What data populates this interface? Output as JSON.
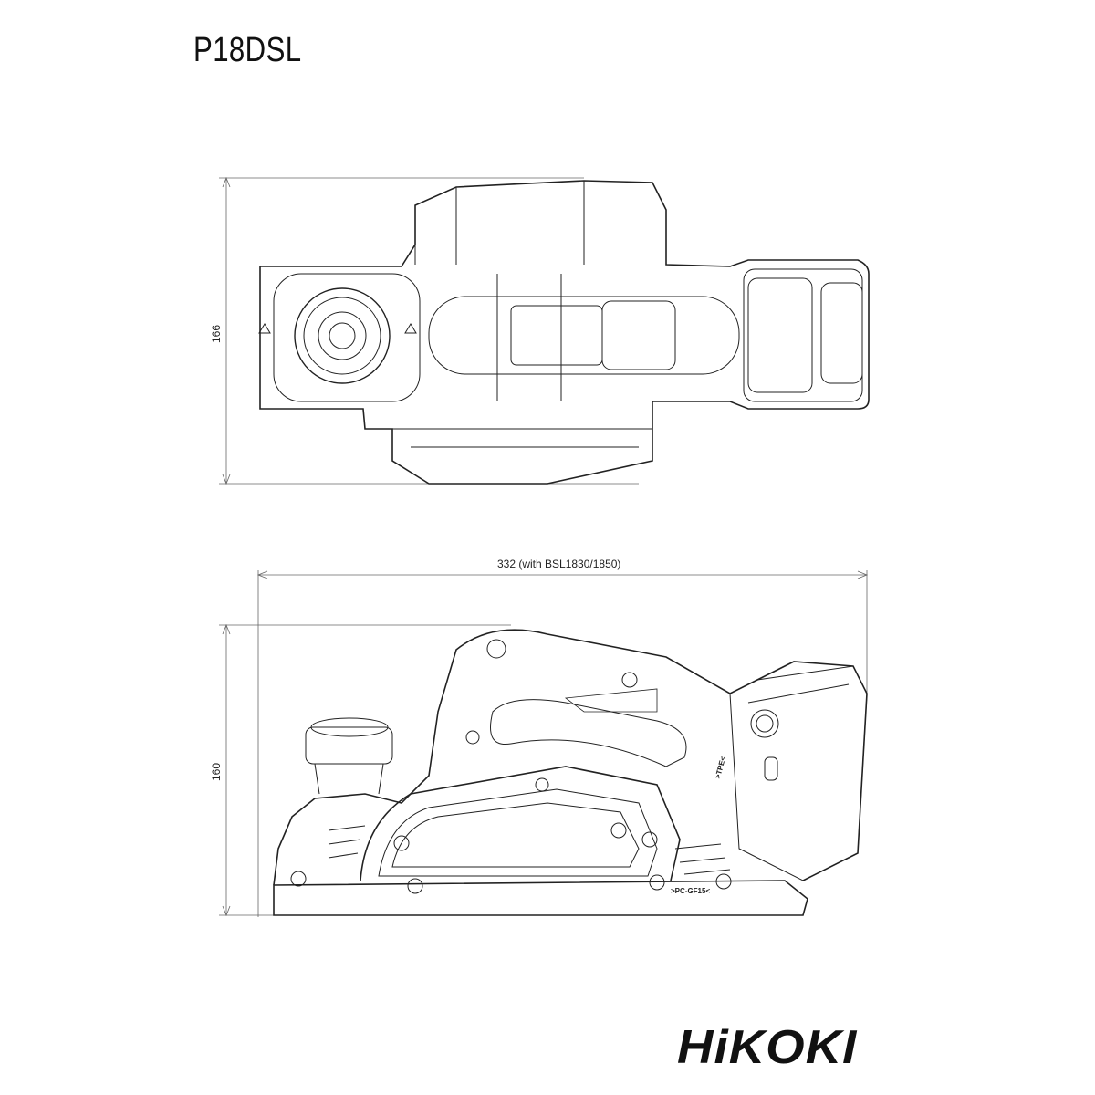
{
  "title": "P18DSL",
  "dimensions": {
    "top_view_height": "166",
    "side_view_length": "332  (with BSL1830/1850)",
    "side_view_height": "160"
  },
  "markings": {
    "battery_label": ">TPE<",
    "base_label": ">PC-GF15<"
  },
  "logo": "HiKOKI",
  "colors": {
    "line": "#222222",
    "background": "#ffffff"
  }
}
